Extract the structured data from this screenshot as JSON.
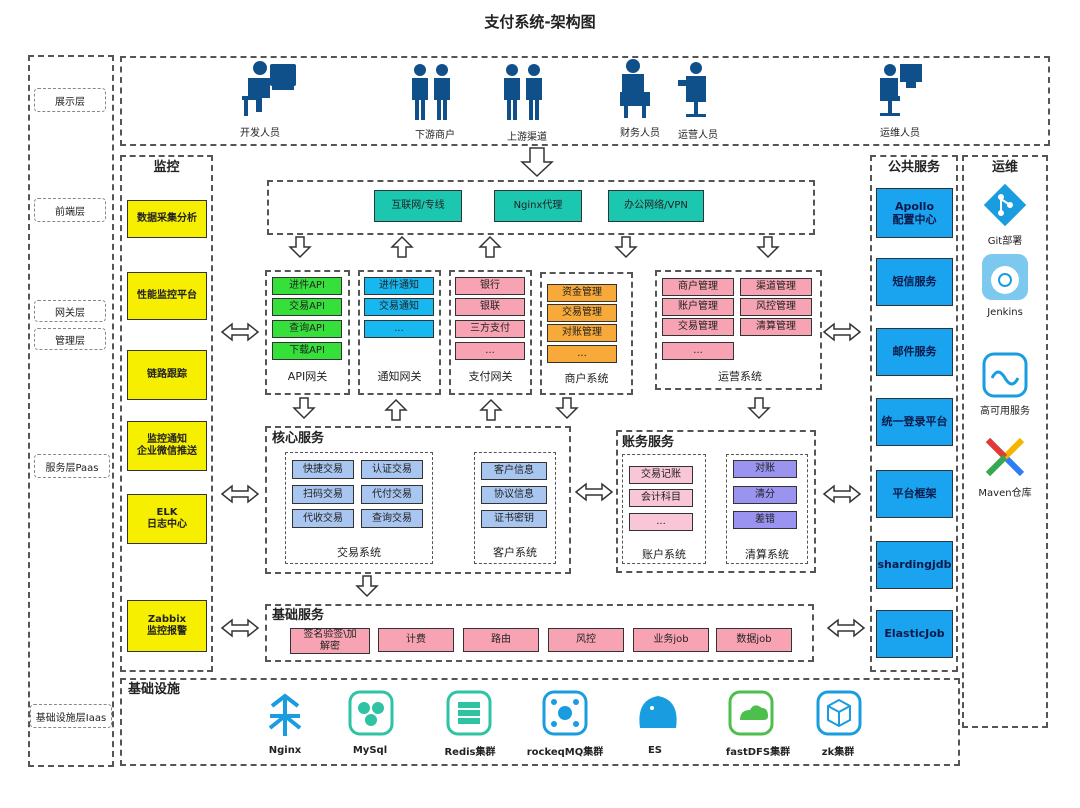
{
  "title": "支付系统-架构图",
  "layers": [
    "展示层",
    "前端层",
    "网关层",
    "管理层",
    "服务层Paas",
    "基础设施层Iaas"
  ],
  "personas": [
    "开发人员",
    "下游商户",
    "上游渠道",
    "财务人员",
    "运营人员",
    "运维人员"
  ],
  "monitor": {
    "title": "监控",
    "items": [
      "数据采集分析",
      "性能监控平台",
      "链路跟踪",
      "监控通知\n企业微信推送",
      "ELK\n日志中心",
      "Zabbix\n监控报警"
    ]
  },
  "front": [
    "互联网/专线",
    "Nginx代理",
    "办公网络/VPN"
  ],
  "api_gateway": {
    "label": "API网关",
    "items": [
      "进件API",
      "交易API",
      "查询API",
      "下载API"
    ]
  },
  "notify_gateway": {
    "label": "通知网关",
    "items": [
      "进件通知",
      "交易通知",
      "..."
    ]
  },
  "pay_gateway": {
    "label": "支付网关",
    "items": [
      "银行",
      "银联",
      "三方支付",
      "..."
    ]
  },
  "merchant": {
    "label": "商户系统",
    "items": [
      "资金管理",
      "交易管理",
      "对账管理",
      "..."
    ]
  },
  "ops_system": {
    "label": "运营系统",
    "items": [
      "商户管理",
      "渠道管理",
      "账户管理",
      "风控管理",
      "交易管理",
      "清算管理",
      "..."
    ]
  },
  "core": {
    "title": "核心服务",
    "trade": {
      "label": "交易系统",
      "items": [
        "快捷交易",
        "认证交易",
        "扫码交易",
        "代付交易",
        "代收交易",
        "查询交易"
      ]
    },
    "customer": {
      "label": "客户系统",
      "items": [
        "客户信息",
        "协议信息",
        "证书密钥"
      ]
    }
  },
  "accounting": {
    "title": "账务服务",
    "account": {
      "label": "账户系统",
      "items": [
        "交易记账",
        "会计科目",
        "..."
      ]
    },
    "clearing": {
      "label": "清算系统",
      "items": [
        "对账",
        "清分",
        "差错"
      ]
    }
  },
  "base_service": {
    "title": "基础服务",
    "items": [
      "签名验签\\加\n解密",
      "计费",
      "路由",
      "风控",
      "业务job",
      "数据job"
    ]
  },
  "public": {
    "title": "公共服务",
    "items": [
      "Apollo\n配置中心",
      "短信服务",
      "邮件服务",
      "统一登录平台",
      "平台框架",
      "shardingjdb",
      "ElasticJob"
    ]
  },
  "ops": {
    "title": "运维",
    "items": [
      "Git部署",
      "Jenkins",
      "高可用服务",
      "Maven仓库"
    ]
  },
  "infra": {
    "title": "基础设施",
    "items": [
      "Nginx",
      "MySql",
      "Redis集群",
      "rockeqMQ集群",
      "ES",
      "fastDFS集群",
      "zk集群"
    ]
  },
  "colors": {
    "green": "#35e03a",
    "blue": "#17b7f0",
    "pink": "#f7a3b3",
    "orange": "#f7a93a",
    "yellow": "#f7ef00",
    "teal": "#1cc7b0"
  }
}
